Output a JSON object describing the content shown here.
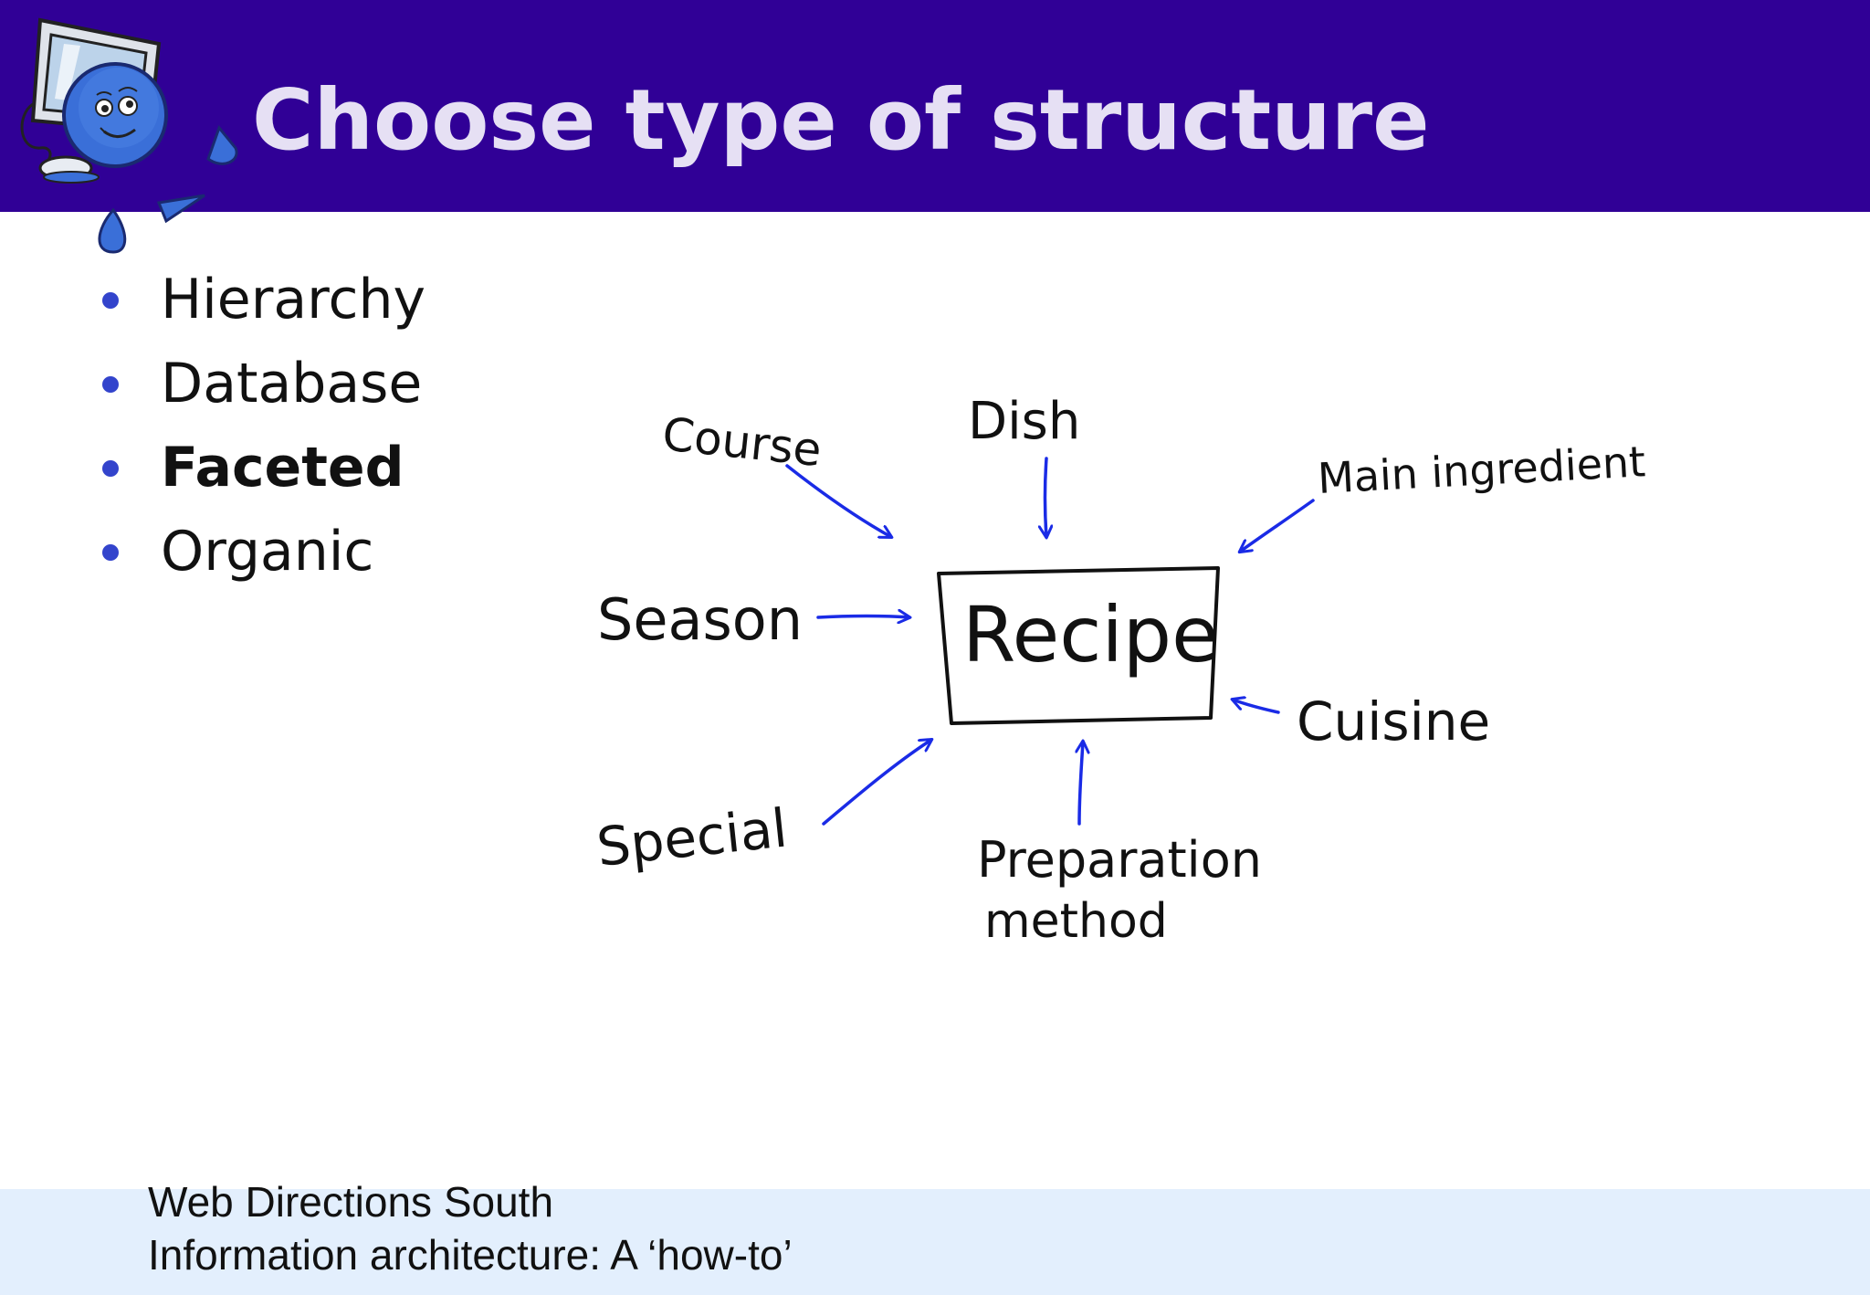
{
  "slide": {
    "title": "Choose type of structure",
    "bullets": [
      "Hierarchy",
      "Database",
      "Faceted",
      "Organic"
    ],
    "highlighted_bullet": "Faceted"
  },
  "diagram": {
    "center": "Recipe",
    "facets": {
      "course": "Course",
      "dish": "Dish",
      "main_ingredient": "Main ingredient",
      "season": "Season",
      "cuisine": "Cuisine",
      "special": "Special",
      "preparation_line1": "Preparation",
      "preparation_line2": "method"
    }
  },
  "footer": {
    "line1": "Web Directions South",
    "line2": "Information architecture: A ‘how-to’"
  },
  "colors": {
    "header": "#300096",
    "title_text": "#e6e0f4",
    "bullet": "#3344cc",
    "arrow": "#1a2be6",
    "footer": "#e3effd"
  }
}
